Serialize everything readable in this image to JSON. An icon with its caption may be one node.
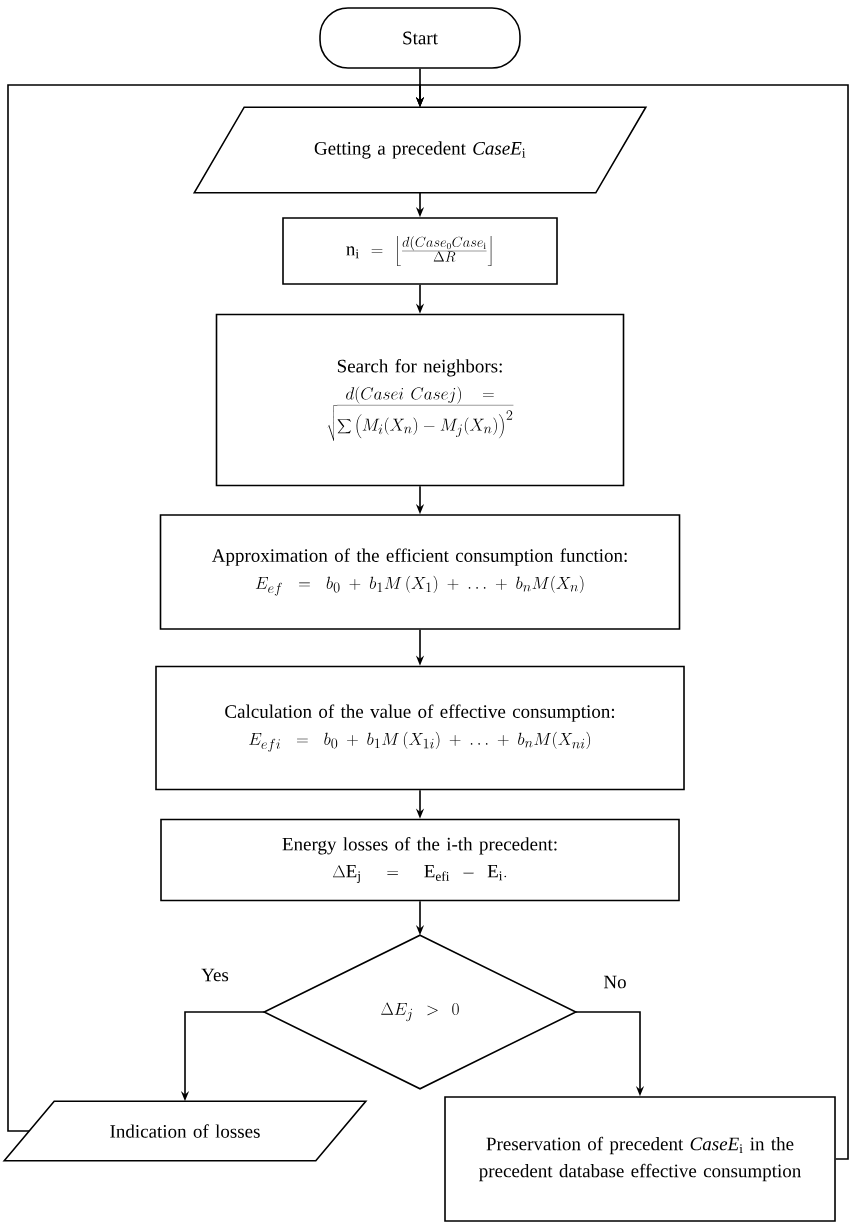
{
  "diagram": {
    "nodes": [
      {
        "text": [
          "Start"
        ]
      },
      {
        "text": [
          "Getting a precedent *CaseE*$_{i}$"
        ]
      },
      {
        "text": [
          "\\mathrm{n_i} = \\left\\lfloor\\frac{d(Case_0Case_\\mathrm{i}}{\\Delta R}\\right\\rfloor"
        ]
      },
      {
        "text": [
          "Search for neighbors:",
          "d(Casei\\ Casej) =",
          "\\sqrt{\\sum \\left(M_i(X_n) - M_j(X_n)\\right)^2}"
        ]
      },
      {
        "text": [
          "Approximation of the efficient consumption function:",
          "E_{ef} = b_0 + b_1M\\,(X_1) + \\ldots + b_nM(X_n)"
        ]
      },
      {
        "text": [
          "Calculation of the value of effective consumption:",
          "E_{efi} = b_0 + b_1M\\,(X_{1i}) + \\ldots + b_nM(X_{ni})"
        ]
      },
      {
        "text": [
          "Energy losses of the i-th precedent:",
          "\\Delta\\mathrm{E_j} = \\mathrm{E_{efi}} - \\mathrm{E_i}."
        ]
      },
      {
        "text": [
          "\\Delta E_j > 0"
        ]
      },
      {
        "text": [
          "Indication of losses"
        ]
      },
      {
        "text": [
          "Preservation of precedent *CaseE*$_{i}$ in the precedent database effective consumption"
        ]
      }
    ],
    "edges": [
      {
        "from": 0,
        "to": 1,
        "arrow": "to"
      },
      {
        "from": 1,
        "to": 2,
        "arrow": "to"
      },
      {
        "from": 2,
        "to": 3,
        "arrow": "to"
      },
      {
        "from": 3,
        "to": 4,
        "arrow": "to"
      },
      {
        "from": 4,
        "to": 5,
        "arrow": "to"
      },
      {
        "from": 5,
        "to": 6,
        "arrow": "to"
      },
      {
        "from": 6,
        "to": 7,
        "arrow": "to"
      },
      {
        "from": 7,
        "to": 8,
        "arrow": "to",
        "label": "Yes"
      },
      {
        "from": 7,
        "to": 9,
        "arrow": "to",
        "label": "No"
      },
      {
        "from": 8,
        "to": 1,
        "arrow": "to"
      },
      {
        "from": 9,
        "to": 1,
        "arrow": "to"
      }
    ]
  }
}
